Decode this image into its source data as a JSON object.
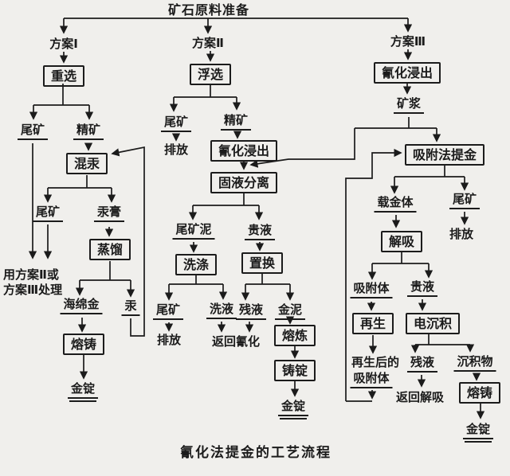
{
  "colors": {
    "background": "#f0efec",
    "ink": "#1b1b1b"
  },
  "header": {
    "title": "矿石原料准备"
  },
  "caption": "氰化法提金的工艺流程",
  "plans": {
    "p1": "方案Ⅰ",
    "p2": "方案Ⅱ",
    "p3": "方案Ⅲ"
  },
  "boxes": {
    "gravity": "重选",
    "flotation": "浮选",
    "cyanide_leach_2": "氰化浸出",
    "cyanide_leach_3": "氰化浸出",
    "amalgamation": "混汞",
    "distillation": "蒸馏",
    "melt_cast_left": "熔铸",
    "solid_liquid_separation": "固液分离",
    "washing": "洗涤",
    "displacement": "置换",
    "smelting": "熔炼",
    "ingot_casting": "铸锭",
    "adsorption_extraction": "吸附法提金",
    "desorption": "解吸",
    "regeneration": "再生",
    "electrodeposition": "电沉积",
    "melt_cast_right": "熔铸"
  },
  "streams": {
    "tailings": "尾矿",
    "concentrate": "精矿",
    "discharge": "排放",
    "pulp": "矿浆",
    "mercury_paste": "汞膏",
    "mercury": "汞",
    "sponge_gold": "海绵金",
    "gold_ingot": "金锭",
    "tailings_slime": "尾矿泥",
    "pregnant_solution": "贵液",
    "wash_liquor": "洗液",
    "residual_solution": "残液",
    "gold_mud": "金泥",
    "loaded_carrier": "载金体",
    "adsorbent": "吸附体",
    "regenerated_line1": "再生后的",
    "regenerated_line2": "吸附体",
    "deposit": "沉积物"
  },
  "notes": {
    "treat_line1": "用方案Ⅱ或",
    "treat_line2": "方案Ⅲ处理",
    "return_cyanidation": "返回氰化",
    "return_desorption": "返回解吸"
  }
}
